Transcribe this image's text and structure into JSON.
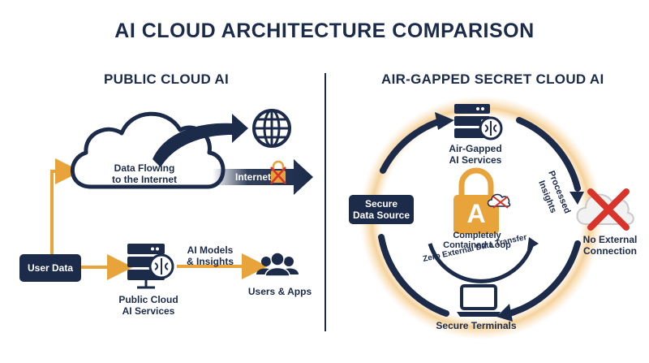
{
  "title": "AI CLOUD ARCHITECTURE COMPARISON",
  "left": {
    "heading": "PUBLIC CLOUD AI",
    "cloud_label_line1": "Data Flowing",
    "cloud_label_line2": "to the Internet",
    "internet_label": "Internet",
    "user_data": "User Data",
    "models_line1": "AI Models",
    "models_line2": "& Insights",
    "server_line1": "Public Cloud",
    "server_line2": "AI Services",
    "users_label": "Users & Apps"
  },
  "right": {
    "heading": "AIR-GAPPED SECRET CLOUD AI",
    "server_line1": "Air-Gapped",
    "server_line2": "AI Services",
    "source_line1": "Secure",
    "source_line2": "Data Source",
    "processed_line1": "Processed",
    "processed_line2": "Insights",
    "loop_line1": "Completely",
    "loop_line2": "Contained Loop",
    "zero_transfer": "Zero External Data Transfer",
    "terminals": "Secure Terminals",
    "no_ext_line1": "No External",
    "no_ext_line2": "Connection",
    "lock_letter": "A"
  },
  "colors": {
    "navy": "#1c2b4a",
    "orange": "#e8a33a",
    "red": "#d8342b",
    "glow": "#f7d9a6"
  },
  "icons": [
    "cloud-icon",
    "globe-icon",
    "arrow-icon",
    "lock-icon",
    "server-icon",
    "brain-icon",
    "users-icon",
    "laptop-icon",
    "x-icon"
  ]
}
